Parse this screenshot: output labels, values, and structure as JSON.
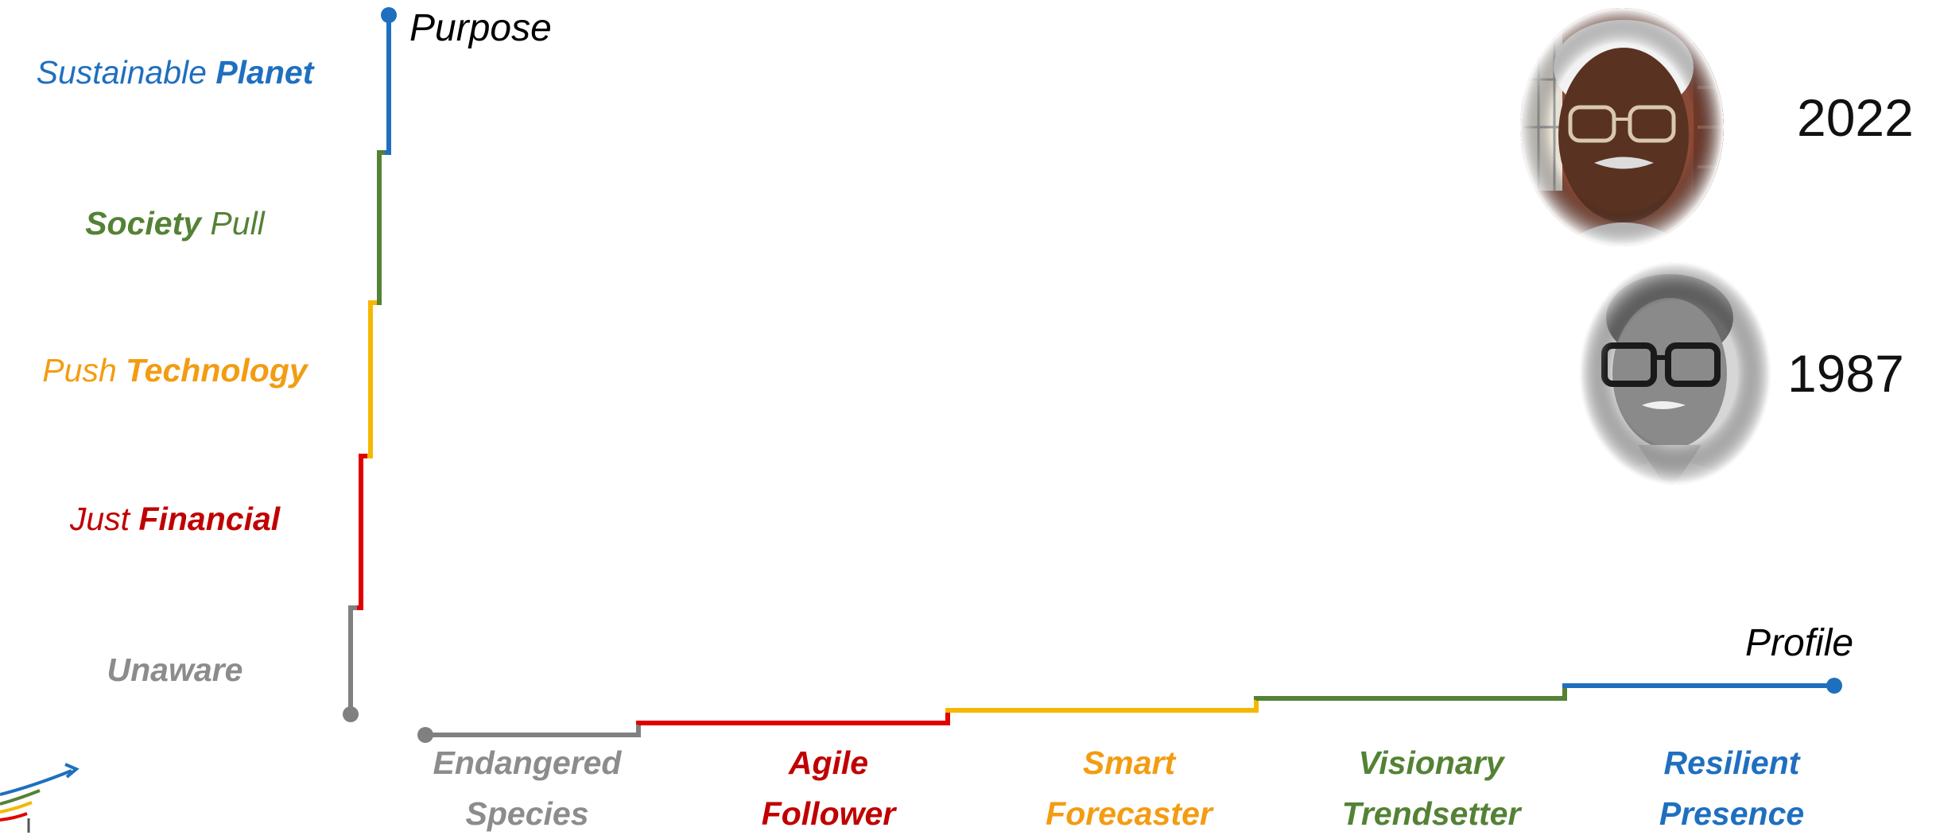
{
  "colors": {
    "gray": "#808080",
    "red": "#e00000",
    "yellow": "#f5b800",
    "green": "#548235",
    "blue": "#1f6fbf",
    "orange": "#f39c12",
    "dark_red": "#c00000"
  },
  "y_axis": {
    "title": "Purpose",
    "levels": [
      {
        "parts": [
          {
            "text": "Unaware",
            "bold": true
          }
        ],
        "color": "#8c8c8c"
      },
      {
        "parts": [
          {
            "text": "Just ",
            "bold": false
          },
          {
            "text": "Financial",
            "bold": true
          }
        ],
        "color": "#c00000"
      },
      {
        "parts": [
          {
            "text": "Push ",
            "bold": false
          },
          {
            "text": "Technology",
            "bold": true
          }
        ],
        "color": "#f39c12"
      },
      {
        "parts": [
          {
            "text": "Society",
            "bold": true
          },
          {
            "text": " Pull",
            "bold": false
          }
        ],
        "color": "#548235"
      },
      {
        "parts": [
          {
            "text": "Sustainable ",
            "bold": false
          },
          {
            "text": "Planet",
            "bold": true
          }
        ],
        "color": "#1f6fbf"
      }
    ]
  },
  "x_axis": {
    "title": "Profile",
    "levels": [
      {
        "line1": "Endangered",
        "line2": "Species",
        "color": "#8c8c8c"
      },
      {
        "line1": "Agile",
        "line2": "Follower",
        "color": "#c00000"
      },
      {
        "line1": "Smart",
        "line2": "Forecaster",
        "color": "#f39c12"
      },
      {
        "line1": "Visionary",
        "line2": "Trendsetter",
        "color": "#548235"
      },
      {
        "line1": "Resilient",
        "line2": "Presence",
        "color": "#1f6fbf"
      }
    ]
  },
  "portraits": [
    {
      "year": "2022",
      "icon": "portrait-photo"
    },
    {
      "year": "1987",
      "icon": "portrait-photo"
    }
  ]
}
